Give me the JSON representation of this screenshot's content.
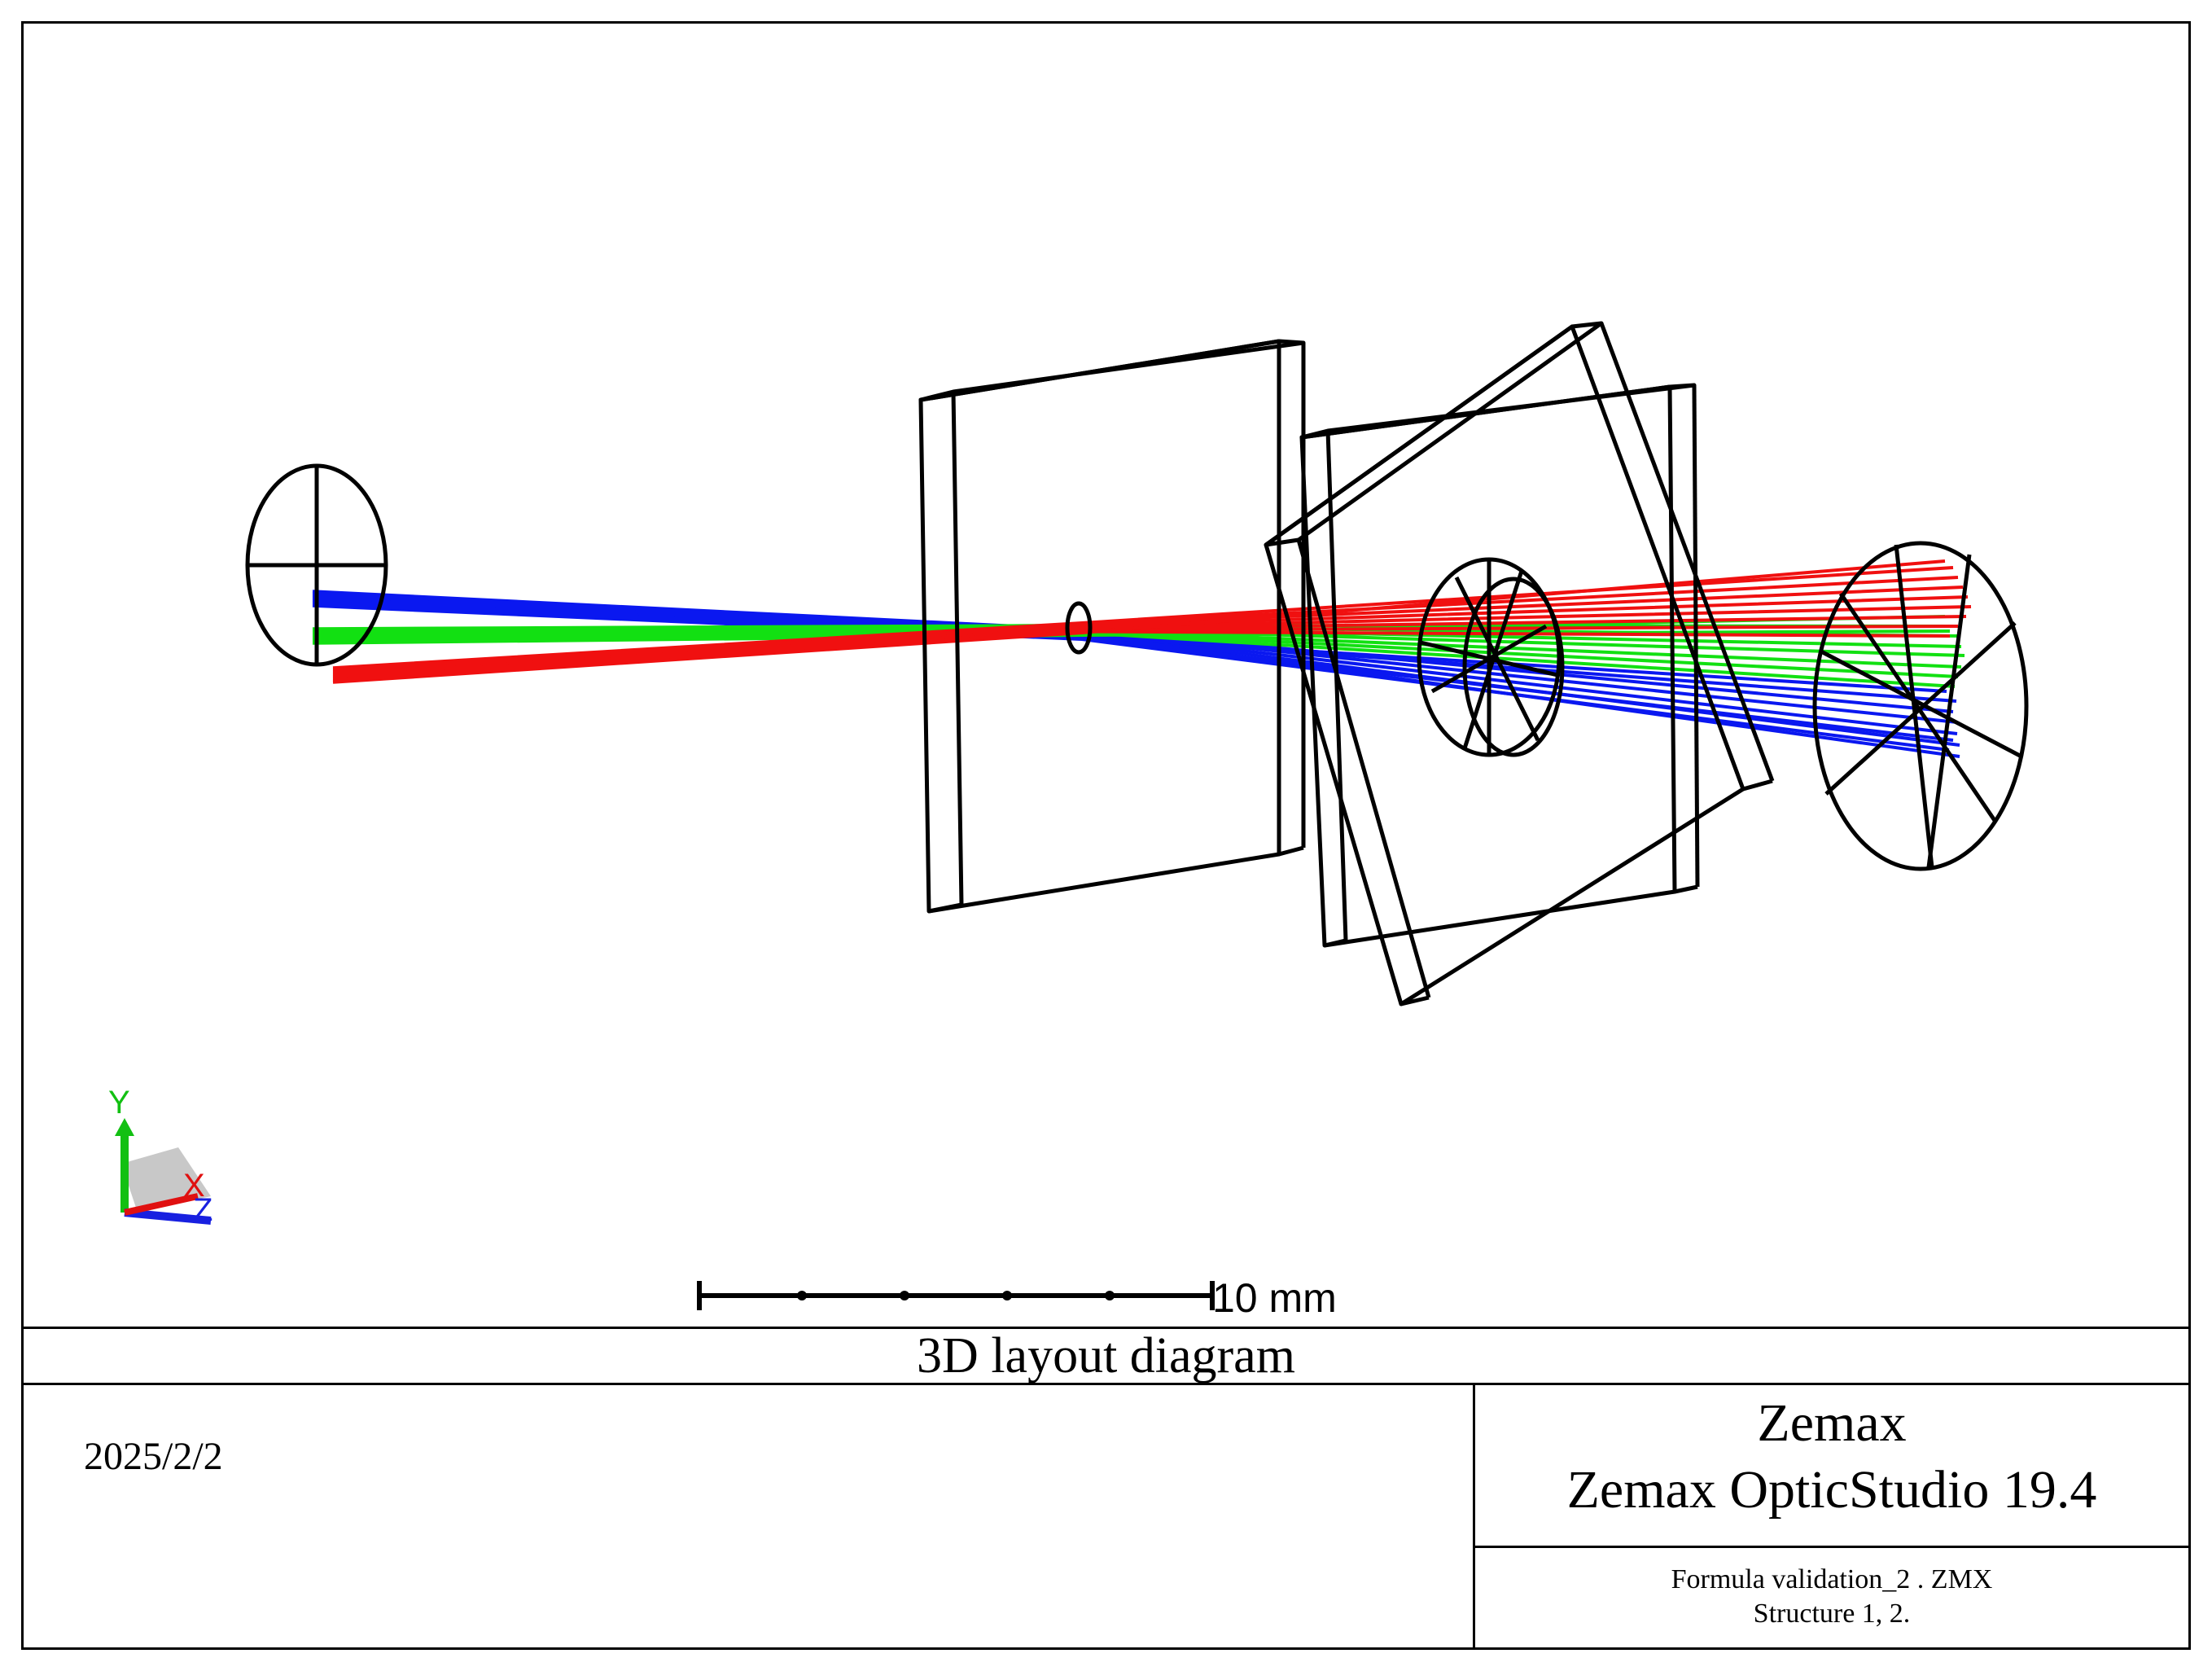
{
  "diagram": {
    "scale_bar_label": "10 mm",
    "colors": {
      "ray_blue": "#0a18f0",
      "ray_green": "#12e012",
      "ray_red": "#f01010",
      "wireframe": "#000000"
    },
    "axes_triad": {
      "y_label": "Y",
      "x_label": "X",
      "z_label": "Z"
    }
  },
  "title_block": {
    "title": "3D layout diagram",
    "date": "2025/2/2",
    "company": "Zemax",
    "product": "Zemax OpticStudio 19.4",
    "file_name": "Formula validation_2 . ZMX",
    "structure": "Structure 1, 2."
  }
}
